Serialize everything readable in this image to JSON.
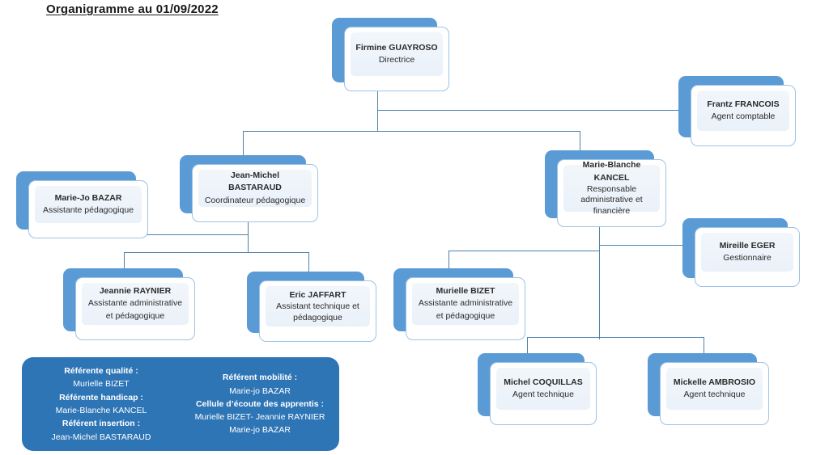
{
  "title": "Organigramme au 01/09/2022",
  "theme": {
    "shadow_blue": "#5B9BD5",
    "card_border": "#9DC3E6",
    "line_color": "#4F81A8",
    "legend_bg": "#2E75B6",
    "legend_text": "#FFFFFF"
  },
  "nodes": {
    "director": {
      "name": "Firmine GUAYROSO",
      "role_lines": [
        "Directrice"
      ]
    },
    "accountant": {
      "name": "Frantz FRANCOIS",
      "role_lines": [
        "Agent comptable"
      ]
    },
    "coordinator": {
      "name": "Jean-Michel BASTARAUD",
      "role_lines": [
        "Coordinateur pédagogique"
      ]
    },
    "admin_fin": {
      "name": "Marie-Blanche KANCEL",
      "role_lines": [
        "Responsable",
        "administrative et",
        "financière"
      ]
    },
    "bazar": {
      "name": "Marie-Jo BAZAR",
      "role_lines": [
        "Assistante pédagogique"
      ]
    },
    "manager": {
      "name": "Mireille EGER",
      "role_lines": [
        "Gestionnaire"
      ]
    },
    "raynier": {
      "name": "Jeannie RAYNIER",
      "role_lines": [
        "Assistante administrative",
        "et pédagogique"
      ]
    },
    "jaffart": {
      "name": "Eric JAFFART",
      "role_lines": [
        "Assistant technique et",
        "pédagogique"
      ]
    },
    "bizet": {
      "name": "Murielle BIZET",
      "role_lines": [
        "Assistante administrative",
        "et pédagogique"
      ]
    },
    "coquillas": {
      "name": "Michel COQUILLAS",
      "role_lines": [
        "Agent technique"
      ]
    },
    "ambrosio": {
      "name": "Mickelle AMBROSIO",
      "role_lines": [
        "Agent technique"
      ]
    }
  },
  "legend": {
    "left_column": [
      {
        "label": "Référente qualité :",
        "value": "Murielle BIZET"
      },
      {
        "label": "Référente handicap :",
        "value": "Marie-Blanche KANCEL"
      },
      {
        "label": "Référent insertion :",
        "value": "Jean-Michel BASTARAUD"
      }
    ],
    "right_column": [
      {
        "label": "Référent mobilité :",
        "value": "Marie-jo BAZAR"
      },
      {
        "label": "Cellule d’écoute des apprentis :",
        "value": "Murielle BIZET- Jeannie RAYNIER"
      },
      {
        "label": "",
        "value": "Marie-jo BAZAR"
      }
    ]
  }
}
